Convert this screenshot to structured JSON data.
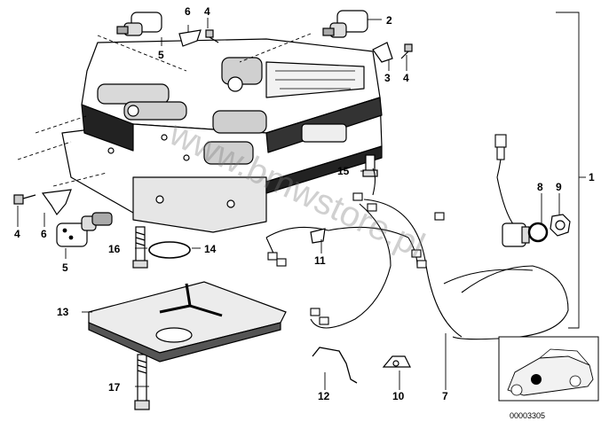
{
  "diagram": {
    "watermark": "www.bmwstore.pl",
    "reference_code": "00003305",
    "labels": {
      "p1": "1",
      "p2": "2",
      "p3": "3",
      "p4a": "4",
      "p4b": "4",
      "p4c": "4",
      "p5a": "5",
      "p5b": "5",
      "p6a": "6",
      "p6b": "6",
      "p7": "7",
      "p8": "8",
      "p9": "9",
      "p10": "10",
      "p11": "11",
      "p12": "12",
      "p13": "13",
      "p14": "14",
      "p15": "15",
      "p16": "16",
      "p17": "17"
    }
  }
}
